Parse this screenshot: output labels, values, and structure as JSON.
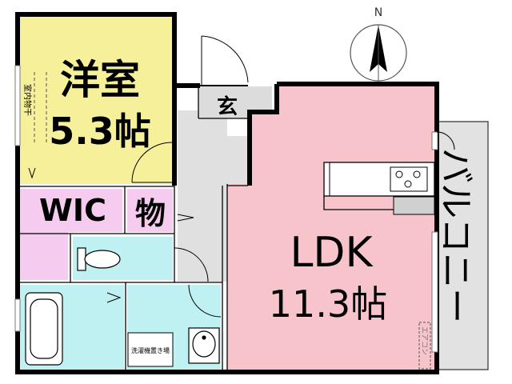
{
  "compass": {
    "north_label": "N"
  },
  "rooms": {
    "western": {
      "name": "洋室",
      "size": "5.3帖",
      "color": "#f7f09a"
    },
    "wic": {
      "name": "WIC",
      "color": "#f5ccef"
    },
    "storage": {
      "name": "物",
      "color": "#f5ccef"
    },
    "entrance": {
      "name": "玄",
      "color": "#dcdcdc"
    },
    "ldk": {
      "name": "LDK",
      "size": "11.3帖",
      "color": "#f8c4cb"
    },
    "balcony": {
      "name": "バルコニー",
      "color": "#e2e2e2"
    },
    "wet_area_color": "#bff0f2",
    "hall_color": "#e0e0e0"
  },
  "labels": {
    "indoor_drying": "室内物干",
    "washer_space": "洗濯機置き場",
    "aircon": "エアコン"
  }
}
